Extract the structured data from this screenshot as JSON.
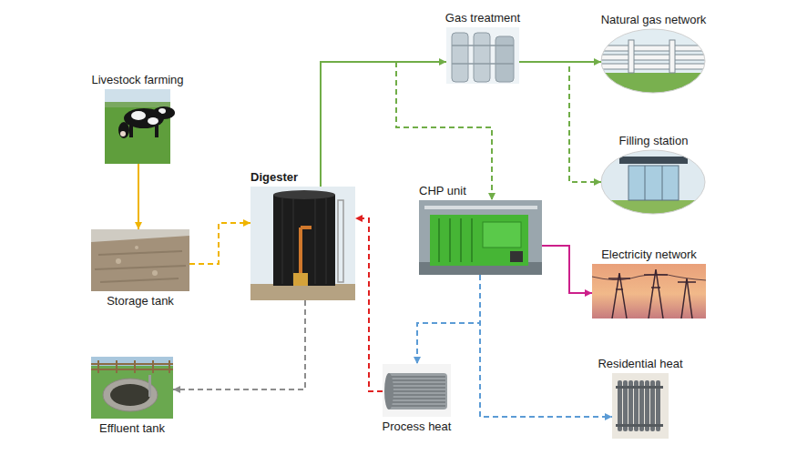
{
  "diagram": {
    "nodes": [
      {
        "text": [
          "Livestock farming"
        ]
      },
      {
        "text": [
          "Storage tank"
        ]
      },
      {
        "text": [
          "Digester"
        ]
      },
      {
        "text": [
          "Gas treatment"
        ]
      },
      {
        "text": [
          "Natural gas network"
        ]
      },
      {
        "text": [
          "Filling station"
        ]
      },
      {
        "text": [
          "CHP unit"
        ]
      },
      {
        "text": [
          "Electricity network"
        ]
      },
      {
        "text": [
          "Process heat"
        ]
      },
      {
        "text": [
          "Residential heat"
        ]
      },
      {
        "text": [
          "Effluent tank"
        ]
      }
    ],
    "edges": [
      {
        "from": 0,
        "to": 1,
        "arrow": "to"
      },
      {
        "from": 1,
        "to": 2,
        "arrow": "to"
      },
      {
        "from": 2,
        "to": 3,
        "arrow": "to"
      },
      {
        "from": 2,
        "to": 6,
        "arrow": "to"
      },
      {
        "from": 3,
        "to": 4,
        "arrow": "to"
      },
      {
        "from": 3,
        "to": 5,
        "arrow": "to"
      },
      {
        "from": 6,
        "to": 7,
        "arrow": "to"
      },
      {
        "from": 6,
        "to": 8,
        "arrow": "to"
      },
      {
        "from": 6,
        "to": 9,
        "arrow": "to"
      },
      {
        "from": 8,
        "to": 2,
        "arrow": "to"
      },
      {
        "from": 2,
        "to": 10,
        "arrow": "to"
      }
    ]
  }
}
